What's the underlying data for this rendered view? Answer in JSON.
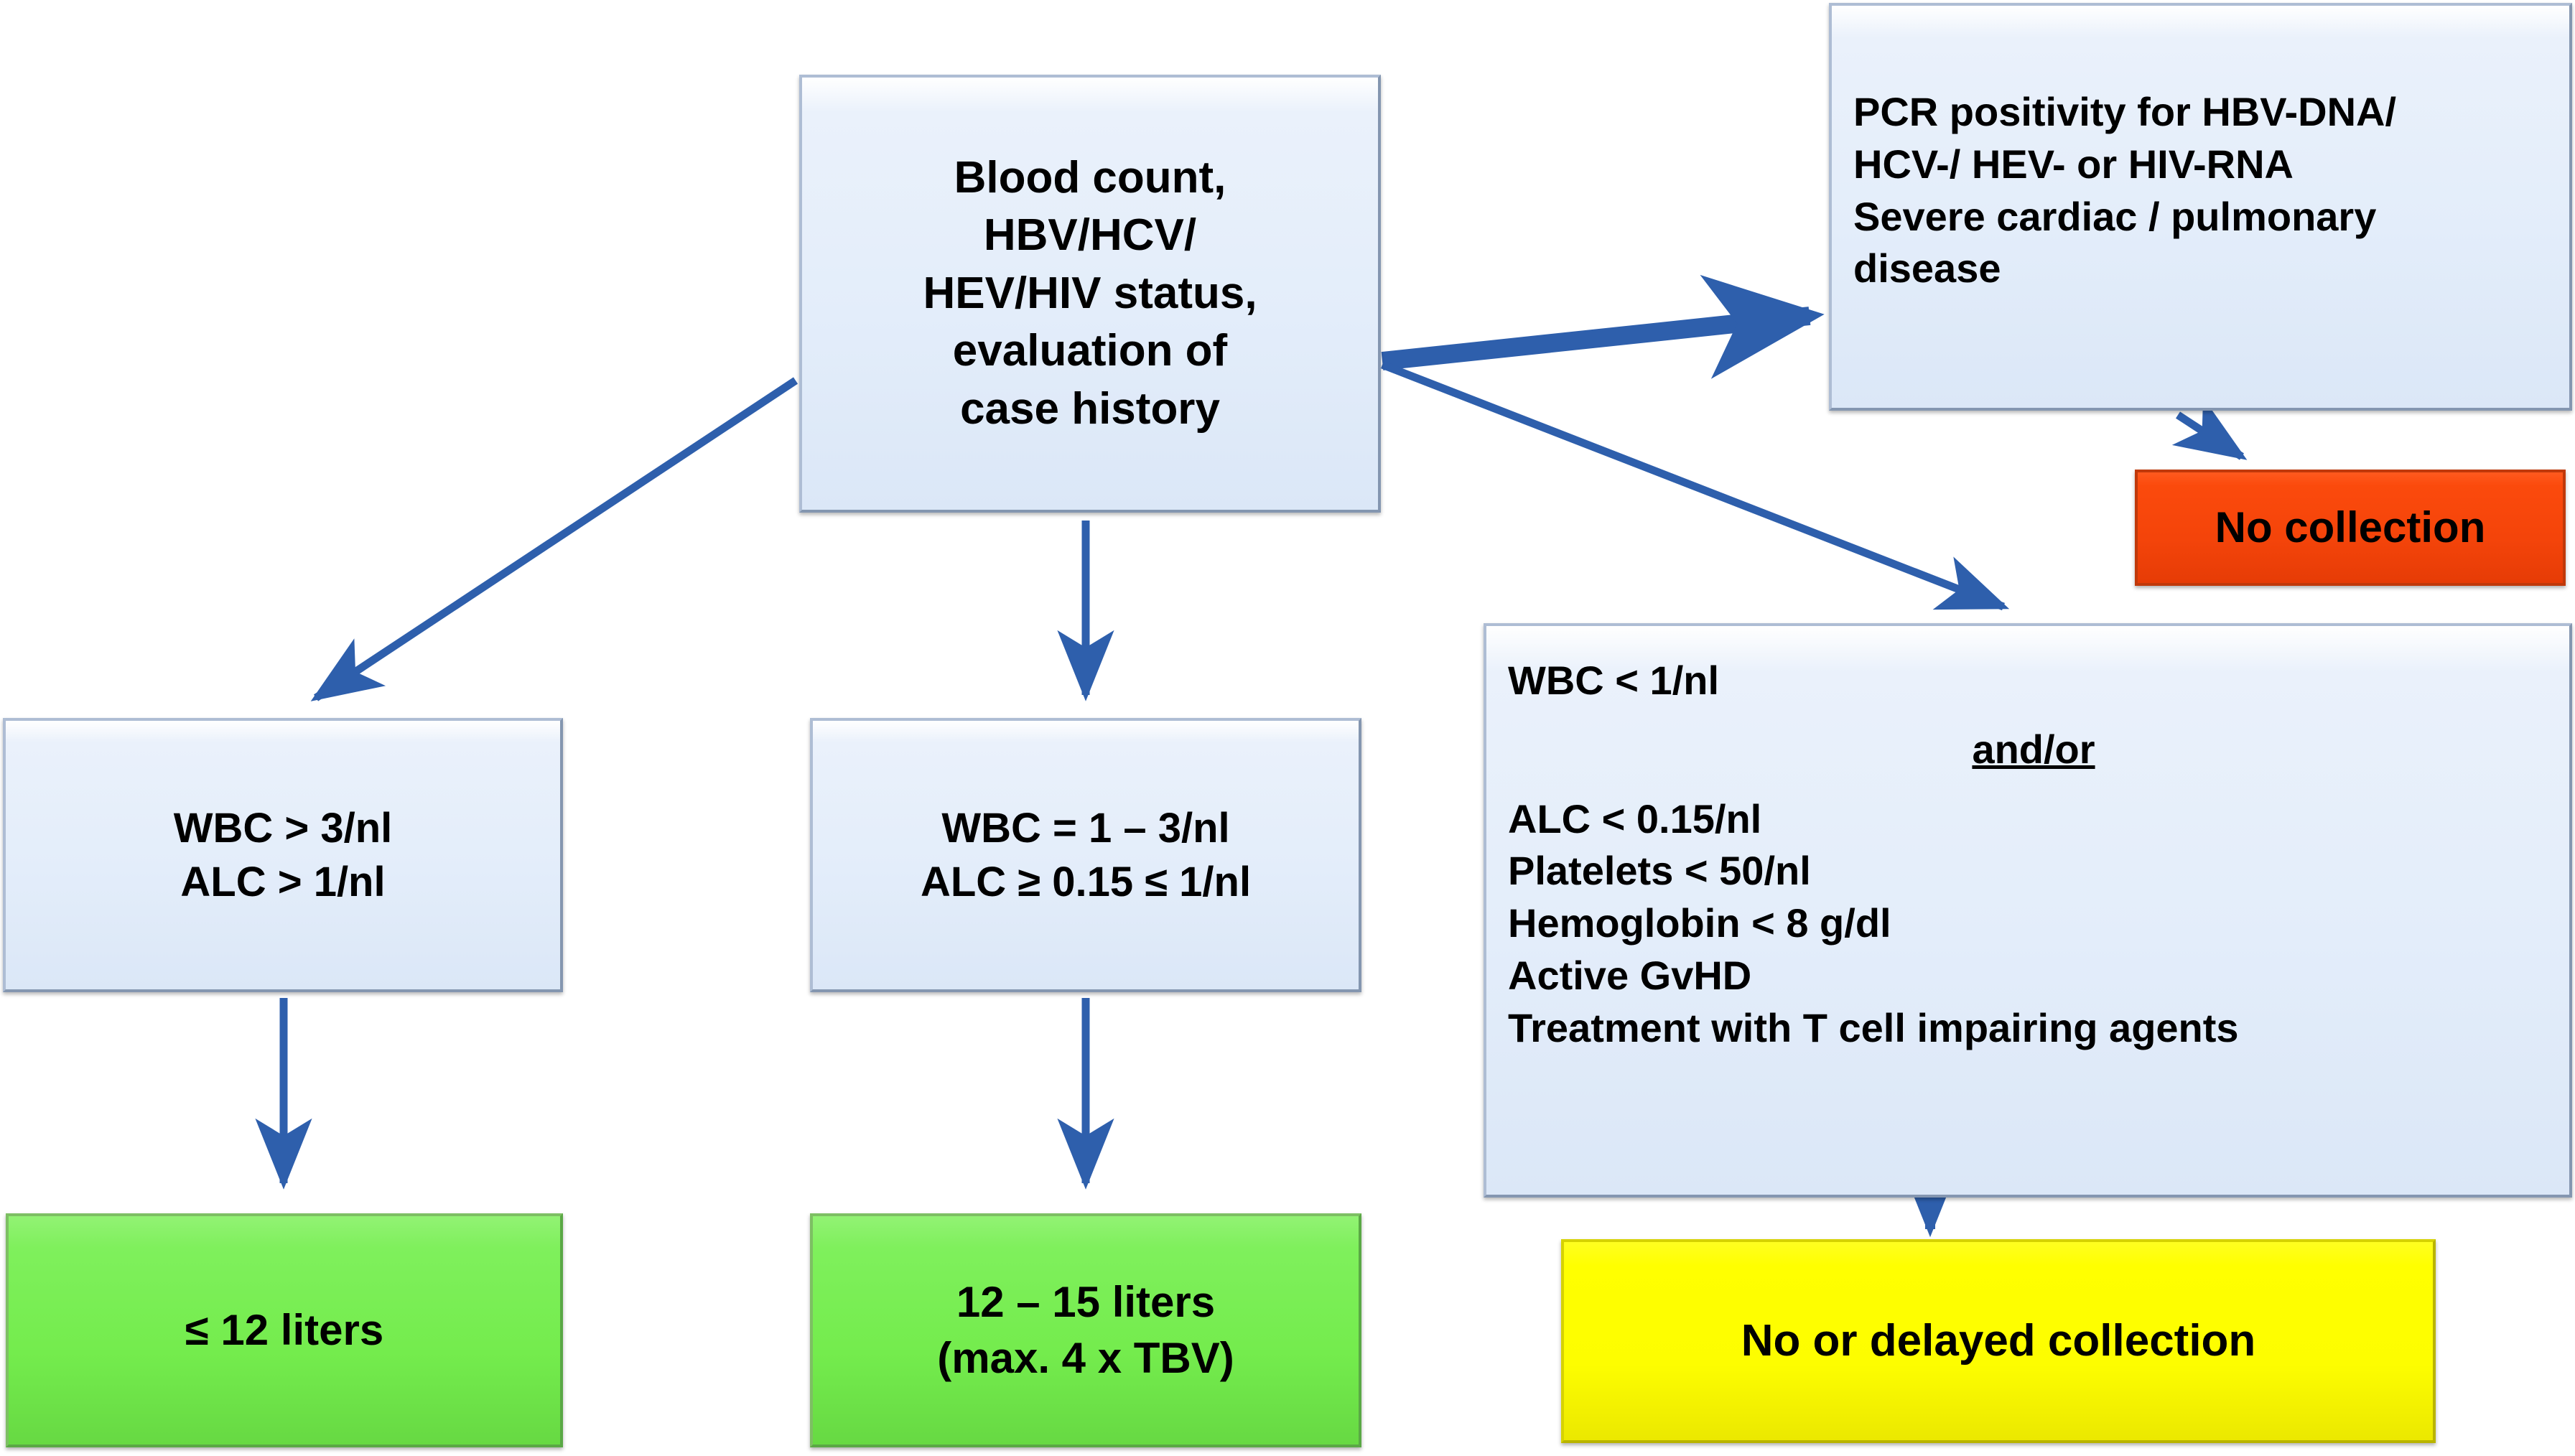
{
  "diagram": {
    "title": "Donor eligibility and collection volume decision flowchart",
    "colors": {
      "box_fill_blue": "#e3edfa",
      "box_border_blue": "#8496b0",
      "box_fill_green": "#74ec4d",
      "box_border_green": "#5aa845",
      "box_fill_red": "#f4440a",
      "box_border_red": "#c0390a",
      "box_fill_yellow": "#ffff00",
      "box_border_yellow": "#b9b400",
      "arrow": "#2e5fac",
      "text": "#000000",
      "background": "#ffffff"
    },
    "nodes": {
      "start": {
        "id": "blood-count-node",
        "text": "Blood count,\nHBV/HCV/\nHEV/HIV status,\nevaluation of\ncase history"
      },
      "exclusion": {
        "id": "pcr-exclusion-node",
        "text": "PCR positivity for HBV-DNA/\nHCV-/ HEV- or HIV-RNA\nSevere cardiac / pulmonary\ndisease"
      },
      "no_collection": {
        "id": "no-collection-node",
        "text": "No collection"
      },
      "branch_left": {
        "id": "wbc-high-node",
        "text": "WBC > 3/nl\nALC > 1/nl"
      },
      "branch_middle": {
        "id": "wbc-mid-node",
        "text": "WBC = 1 – 3/nl\nALC ≥ 0.15 ≤ 1/nl"
      },
      "branch_right": {
        "id": "wbc-low-node",
        "line1": "WBC < 1/nl",
        "connector": "and/or",
        "criteria": [
          "ALC < 0.15/nl",
          "Platelets < 50/nl",
          "Hemoglobin < 8 g/dl",
          "Active GvHD",
          "Treatment with T cell impairing agents"
        ]
      },
      "result_left": {
        "id": "volume-12-node",
        "text": "≤ 12 liters"
      },
      "result_middle": {
        "id": "volume-12-15-node",
        "text": "12 – 15 liters\n(max. 4 x TBV)"
      },
      "result_right": {
        "id": "no-or-delayed-collection-node",
        "text": "No or delayed collection"
      }
    },
    "edges": [
      {
        "name": "start-to-wbc-high",
        "from": "start",
        "to": "branch_left",
        "style": "thin-arrow"
      },
      {
        "name": "start-to-wbc-mid",
        "from": "start",
        "to": "branch_middle",
        "style": "thin-arrow"
      },
      {
        "name": "start-to-exclusion",
        "from": "start",
        "to": "exclusion",
        "style": "thick-arrow"
      },
      {
        "name": "start-to-wbc-low",
        "from": "start",
        "to": "branch_right",
        "style": "thin-arrow"
      },
      {
        "name": "exclusion-to-no-collection",
        "from": "exclusion",
        "to": "no_collection",
        "style": "thin-arrow"
      },
      {
        "name": "wbc-high-to-volume-12",
        "from": "branch_left",
        "to": "result_left",
        "style": "thin-arrow"
      },
      {
        "name": "wbc-mid-to-volume-12-15",
        "from": "branch_middle",
        "to": "result_middle",
        "style": "thin-arrow"
      },
      {
        "name": "wbc-low-to-no-or-delayed",
        "from": "branch_right",
        "to": "result_right",
        "style": "thin-arrow"
      }
    ]
  }
}
